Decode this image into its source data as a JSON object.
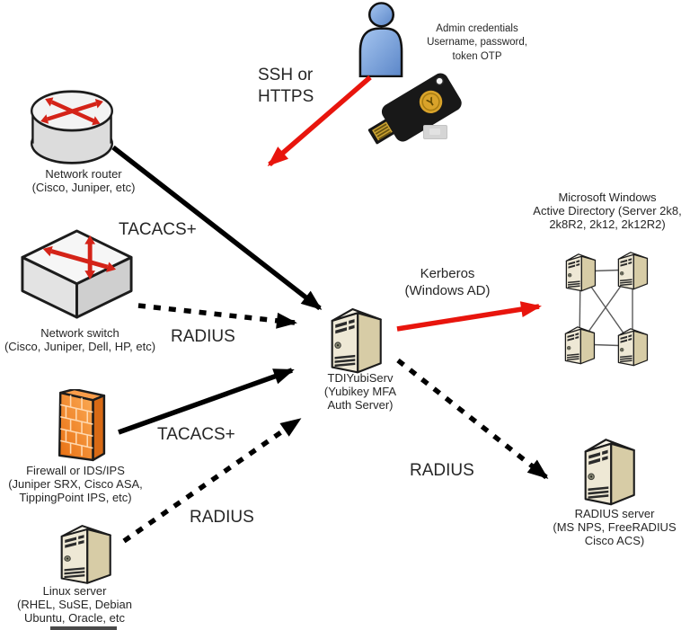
{
  "admin_note": {
    "line1": "Admin credentials",
    "line2": "Username, password,",
    "line3": "token OTP"
  },
  "edges": {
    "ssh_line1": "SSH or",
    "ssh_line2": "HTTPS",
    "tacacs_router": "TACACS+",
    "radius_switch": "RADIUS",
    "tacacs_firewall": "TACACS+",
    "radius_linux": "RADIUS",
    "kerberos_line1": "Kerberos",
    "kerberos_line2": "(Windows AD)",
    "radius_out": "RADIUS"
  },
  "nodes": {
    "router": {
      "title": "Network router",
      "subtitle": "(Cisco, Juniper, etc)"
    },
    "switch": {
      "title": "Network switch",
      "subtitle": "(Cisco, Juniper, Dell, HP, etc)"
    },
    "firewall": {
      "title": "Firewall or IDS/IPS",
      "subtitle1": "(Juniper SRX, Cisco ASA,",
      "subtitle2": "TippingPoint IPS, etc)"
    },
    "linux": {
      "title": "Linux server",
      "subtitle1": "(RHEL, SuSE, Debian",
      "subtitle2": "Ubuntu, Oracle, etc"
    },
    "yubiserv": {
      "title": "TDIYubiServ",
      "subtitle1": "(Yubikey MFA",
      "subtitle2": "Auth Server)"
    },
    "active_directory": {
      "line1": "Microsoft Windows",
      "line2": "Active Directory (Server 2k8,",
      "line3": "2k8R2, 2k12, 2k12R2)"
    },
    "radius_server": {
      "title": "RADIUS server",
      "subtitle1": "(MS NPS, FreeRADIUS",
      "subtitle2": "Cisco ACS)"
    }
  },
  "yubikey": {
    "letter": "Y"
  },
  "colors": {
    "red_arrow": "#e8150d",
    "black_arrow": "#000000",
    "server_beige": "#eee8d5",
    "firewall_orange": "#f07f2d",
    "person_blue": "#7da7dc",
    "yubikey_gold": "#d9a32a"
  }
}
